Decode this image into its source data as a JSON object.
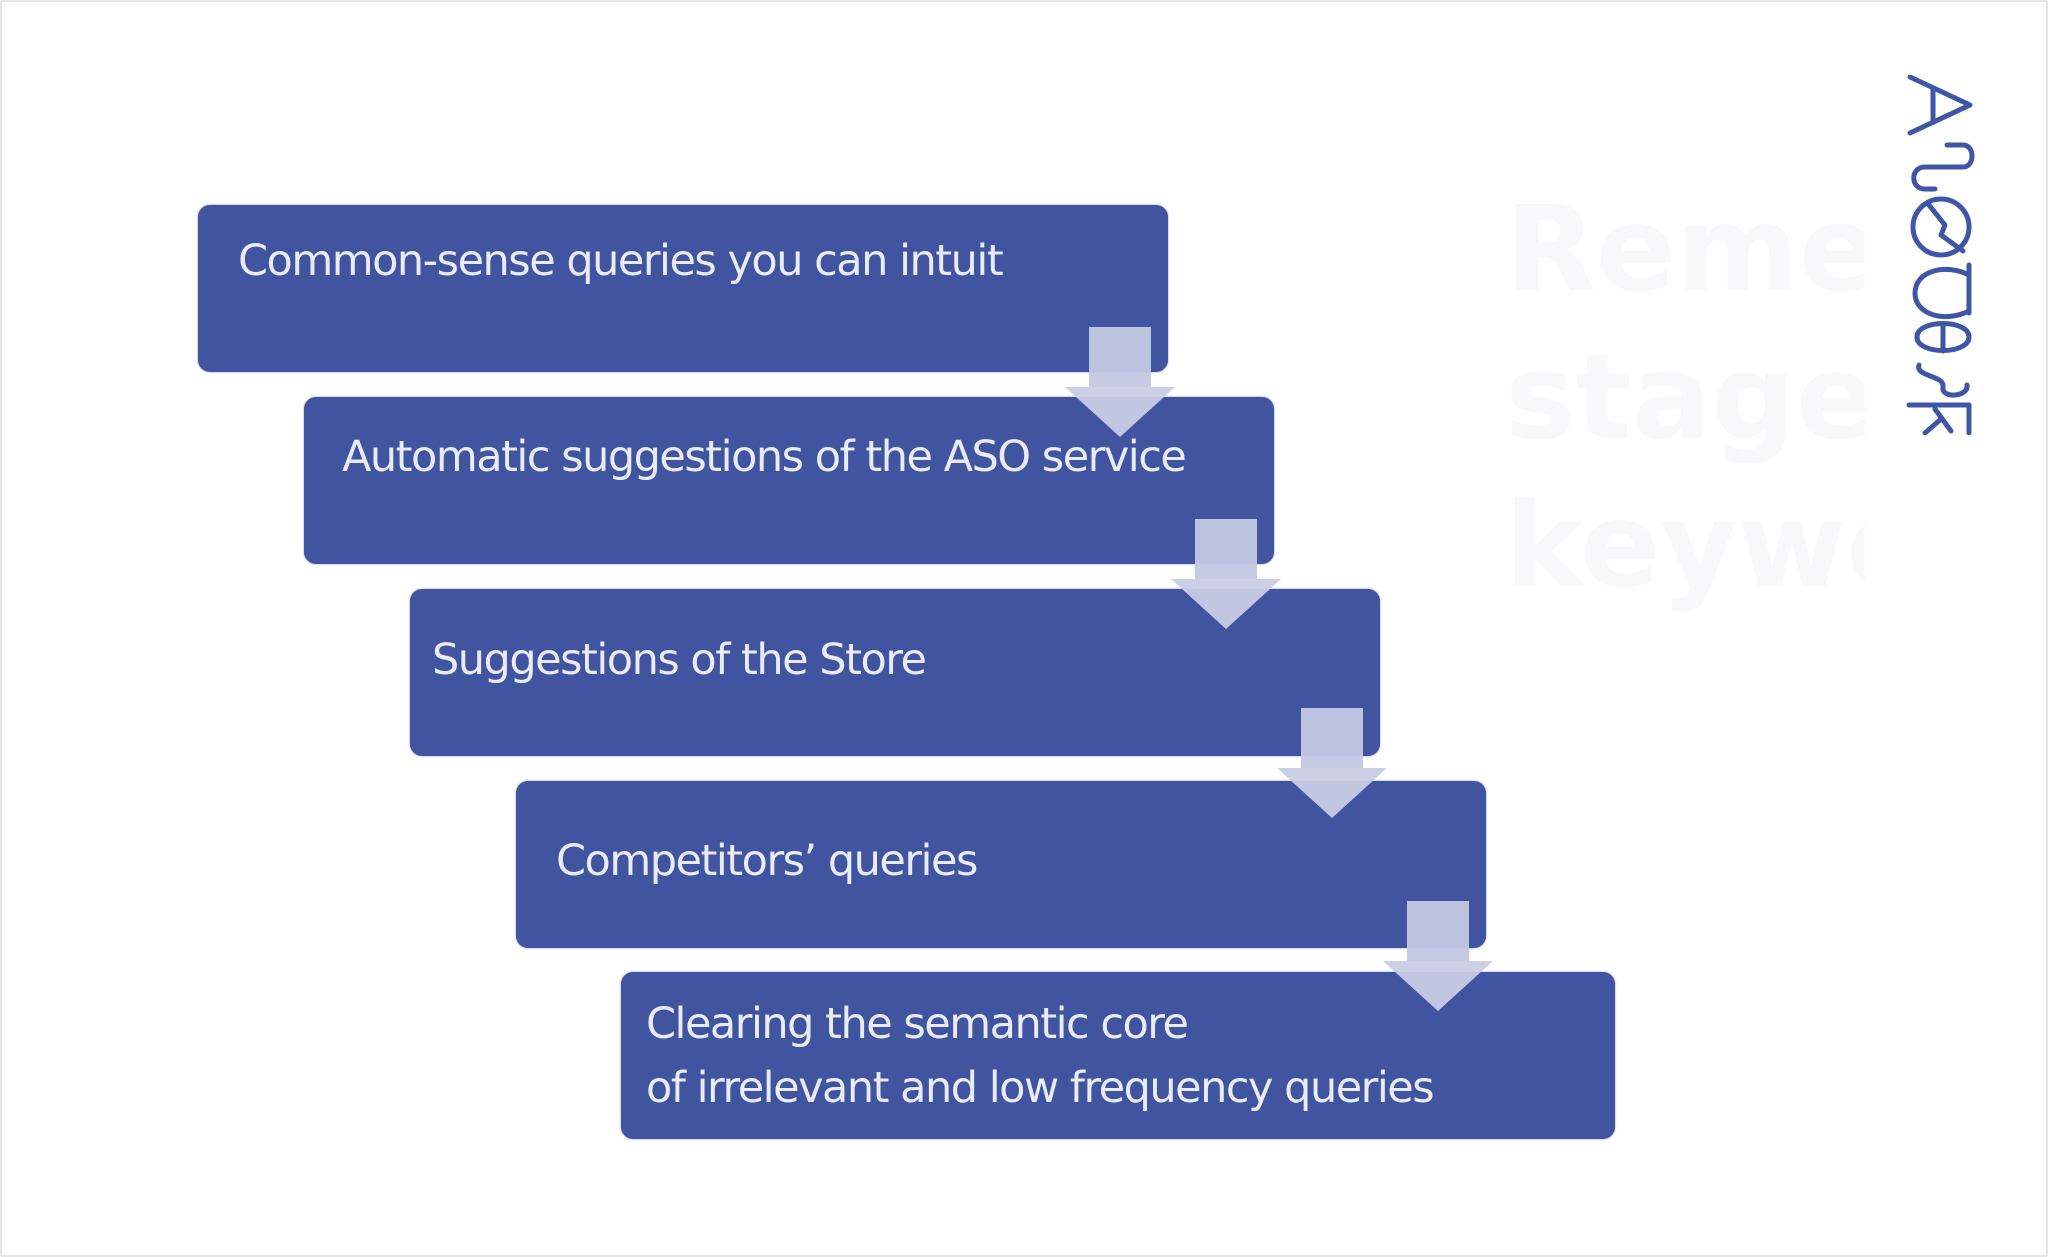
{
  "diagram": {
    "type": "staircase-process",
    "steps": [
      {
        "label": "Common-sense queries you can intuit"
      },
      {
        "label": "Automatic suggestions of the ASO service"
      },
      {
        "label": "Suggestions of the Store"
      },
      {
        "label": "Competitors’ queries"
      },
      {
        "label_line1": "Clearing the semantic core",
        "label_line2": "of irrelevant and low frequency queries"
      }
    ],
    "arrows": 4
  },
  "ghost_title": {
    "text": "Remem\nstage o\nkeywor"
  },
  "logo": {
    "text": "ASOdesk",
    "color": "#3f55a5"
  },
  "colors": {
    "box": "#4054a0",
    "arrow": "#c3c9e2",
    "text": "#e9ecf6"
  }
}
